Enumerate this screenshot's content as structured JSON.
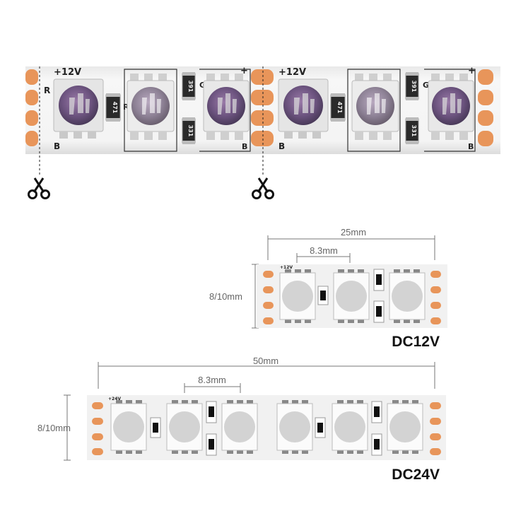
{
  "strip_photo": {
    "segment_a": {
      "voltage_label": "+12V",
      "plus_label": "+",
      "left_pin_labels": [
        "R"
      ],
      "led_pin_labels": [
        "R",
        "G",
        "B"
      ],
      "resistor_codes": [
        "471",
        "391",
        "331"
      ]
    },
    "segment_b": {
      "voltage_label": "+12V",
      "plus_label": "+",
      "resistor_codes": [
        "471",
        "391",
        "331"
      ]
    },
    "cut_marks": [
      "cut-1",
      "cut-2"
    ]
  },
  "dc12v": {
    "total_length": "25mm",
    "pitch": "8.3mm",
    "width": "8/10mm",
    "voltage_silk": "+12V",
    "voltage_title": "DC12V"
  },
  "dc24v": {
    "total_length": "50mm",
    "pitch": "8.3mm",
    "width": "8/10mm",
    "voltage_silk": "+24V",
    "voltage_title": "DC24V"
  },
  "colors": {
    "pad_copper": "#E8955A",
    "board_white": "#F1F1F1",
    "led_body": "#FBFBFB",
    "led_lens": "#D3D3D3",
    "dimension_line": "#777777"
  }
}
